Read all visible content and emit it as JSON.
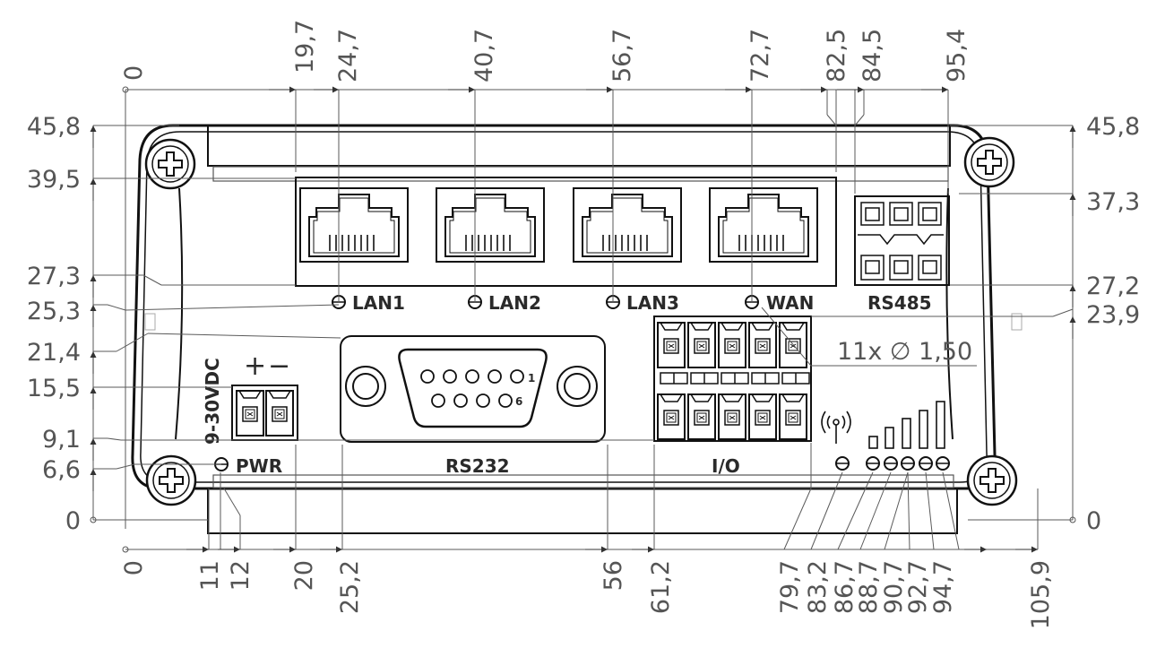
{
  "drawing": {
    "units": "mm",
    "top_dims": [
      "0",
      "19,7",
      "24,7",
      "40,7",
      "56,7",
      "72,7",
      "82,5",
      "84,5",
      "95,4"
    ],
    "bottom_dims": [
      "0",
      "11",
      "12",
      "20",
      "25,2",
      "56",
      "61,2",
      "79,7",
      "83,2",
      "86,7",
      "88,7",
      "90,7",
      "92,7",
      "94,7",
      "105,9"
    ],
    "left_dims": [
      "45,8",
      "39,5",
      "27,3",
      "25,3",
      "21,4",
      "15,5",
      "9,1",
      "6,6",
      "0"
    ],
    "right_dims": [
      "45,8",
      "37,3",
      "27,2",
      "23,9",
      "0"
    ],
    "labels": {
      "lan1": "LAN1",
      "lan2": "LAN2",
      "lan3": "LAN3",
      "wan": "WAN",
      "rs485": "RS485",
      "rs232": "RS232",
      "io": "I/O",
      "pwr": "PWR",
      "power_input": "9-30VDC",
      "plus": "+",
      "minus": "−",
      "pin1": "1",
      "pin6": "6",
      "hole_note": "11x ∅ 1,50"
    },
    "icons": [
      "screw-icon",
      "rj45-port-icon",
      "terminal-block-icon",
      "db9-connector-icon",
      "antenna-icon",
      "signal-bars-icon",
      "led-icon"
    ]
  }
}
